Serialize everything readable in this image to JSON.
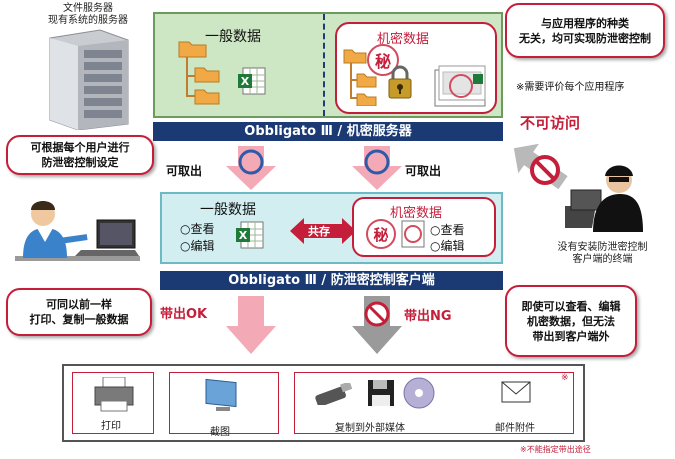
{
  "server_label": {
    "line1": "文件服务器",
    "line2": "现有系统的服务器"
  },
  "server_panel": {
    "general_data": "一般数据",
    "secret_data": "机密数据",
    "secret_stamp": "秘"
  },
  "server_bar": "Obbligato Ⅲ / 机密服务器",
  "callout_top_right": {
    "line1": "与应用程序的种类",
    "line2": "无关，均可实现防泄密控制"
  },
  "note_eval": "※需要评价每个应用程序",
  "no_access": "不可访问",
  "callout_user": {
    "line1": "可根据每个用户进行",
    "line2": "防泄密控制设定"
  },
  "can_take_out_left": "可取出",
  "can_take_out_right": "可取出",
  "client_panel": {
    "general_data": "一般数据",
    "view": "○查看",
    "edit": "○编辑",
    "shared": "共存",
    "secret_data": "机密数据",
    "secret_view": "○查看",
    "secret_edit": "○编辑",
    "secret_stamp": "秘"
  },
  "client_bar": "Obbligato Ⅲ / 防泄密控制客户端",
  "uninstalled_label": {
    "line1": "没有安装防泄密控制",
    "line2": "客户端的终端"
  },
  "callout_bottom_left": {
    "line1": "可同以前一样",
    "line2": "打印、复制一般数据"
  },
  "take_out_ok": "带出OK",
  "take_out_ng": "带出NG",
  "callout_bottom_right": {
    "line1": "即使可以查看、编辑",
    "line2": "机密数据，但无法",
    "line3": "带出到客户端外"
  },
  "outputs": {
    "print": "打印",
    "screenshot": "截图",
    "external_media": "复制到外部媒体",
    "email": "邮件附件",
    "mark": "※"
  },
  "footnote": "※不能指定带出途径",
  "colors": {
    "accent_red": "#c41e3a",
    "navy": "#1b3a73",
    "server_green": "#cde6c3",
    "client_cyan": "#d2eef1",
    "arrow_pink": "#f3a9b6"
  }
}
